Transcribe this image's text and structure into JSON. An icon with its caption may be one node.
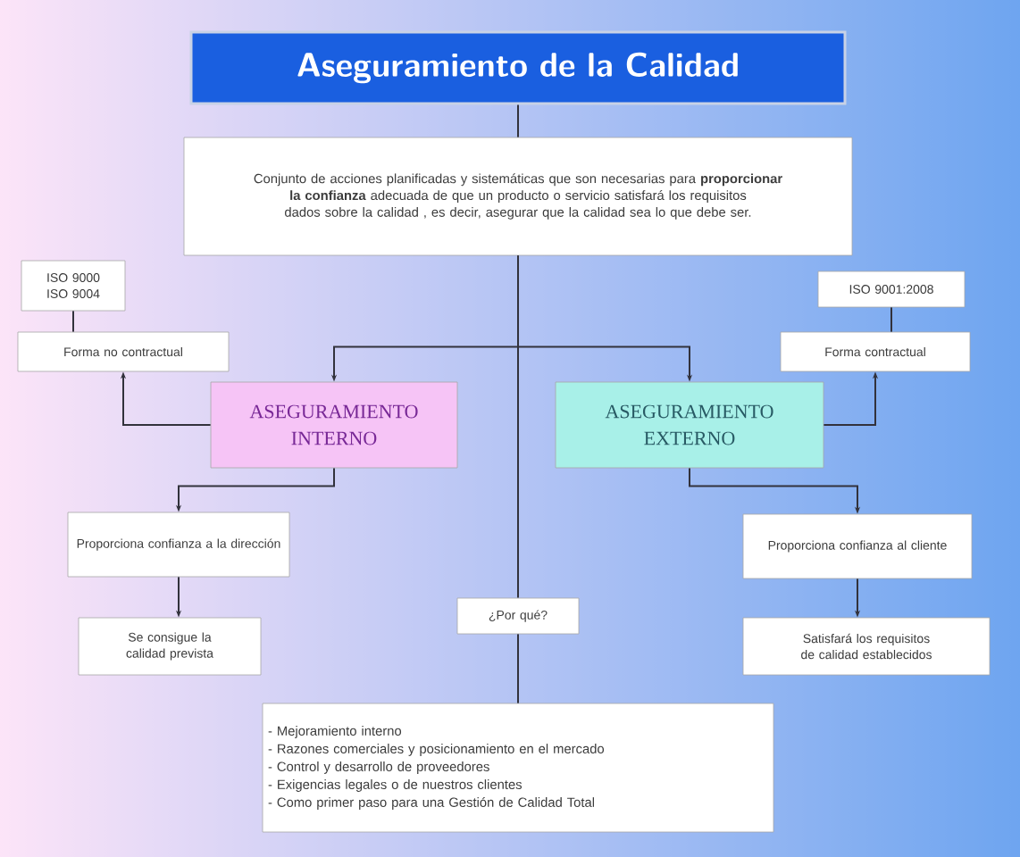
{
  "diagram": {
    "nodes": [
      {
        "text": [
          "Aseguramiento de la Calidad"
        ]
      },
      {
        "text": [
          "Conjunto de acciones planificadas y sistemáticas que son necesarias para **proporcionar la confianza** adecuada de que un producto o servicio satisfará los requisitos dados sobre la calidad , es decir, asegurar que la calidad sea lo que debe ser."
        ]
      },
      {
        "text": [
          "ISO 9000 ISO 9004"
        ]
      },
      {
        "text": [
          "Forma no contractual"
        ]
      },
      {
        "text": [
          "ASEGURAMIENTO INTERNO"
        ]
      },
      {
        "text": [
          "ISO 9001:2008"
        ]
      },
      {
        "text": [
          "Forma contractual"
        ]
      },
      {
        "text": [
          "ASEGURAMIENTO EXTERNO"
        ]
      },
      {
        "text": [
          "Proporciona confianza a la dirección"
        ]
      },
      {
        "text": [
          "Proporciona confianza al cliente"
        ]
      },
      {
        "text": [
          "Se consigue la calidad prevista"
        ]
      },
      {
        "text": [
          "¿Por qué?"
        ]
      },
      {
        "text": [
          "Satisfará los requisitos de calidad establecidos"
        ]
      },
      {
        "text": [
          "- Mejoramiento interno",
          "- Razones comerciales y posicionamiento en el mercado",
          "- Control y desarrollo de proveedores",
          "- Exigencias legales o de nuestros clientes",
          "- Como primer paso para una Gestión de Calidad Total"
        ]
      }
    ],
    "edges": [
      {
        "from": 0,
        "to": 1,
        "arrow": "none"
      },
      {
        "from": 1,
        "to": 4,
        "arrow": "to"
      },
      {
        "from": 1,
        "to": 7,
        "arrow": "to"
      },
      {
        "from": 1,
        "to": 11,
        "arrow": "none"
      },
      {
        "from": 11,
        "to": 13,
        "arrow": "none"
      },
      {
        "from": 2,
        "to": 3,
        "arrow": "none"
      },
      {
        "from": 4,
        "to": 3,
        "arrow": "to"
      },
      {
        "from": 7,
        "to": 6,
        "arrow": "to"
      },
      {
        "from": 5,
        "to": 6,
        "arrow": "none"
      },
      {
        "from": 4,
        "to": 8,
        "arrow": "to"
      },
      {
        "from": 8,
        "to": 10,
        "arrow": "to"
      },
      {
        "from": 7,
        "to": 9,
        "arrow": "to"
      },
      {
        "from": 9,
        "to": 12,
        "arrow": "to"
      }
    ]
  }
}
